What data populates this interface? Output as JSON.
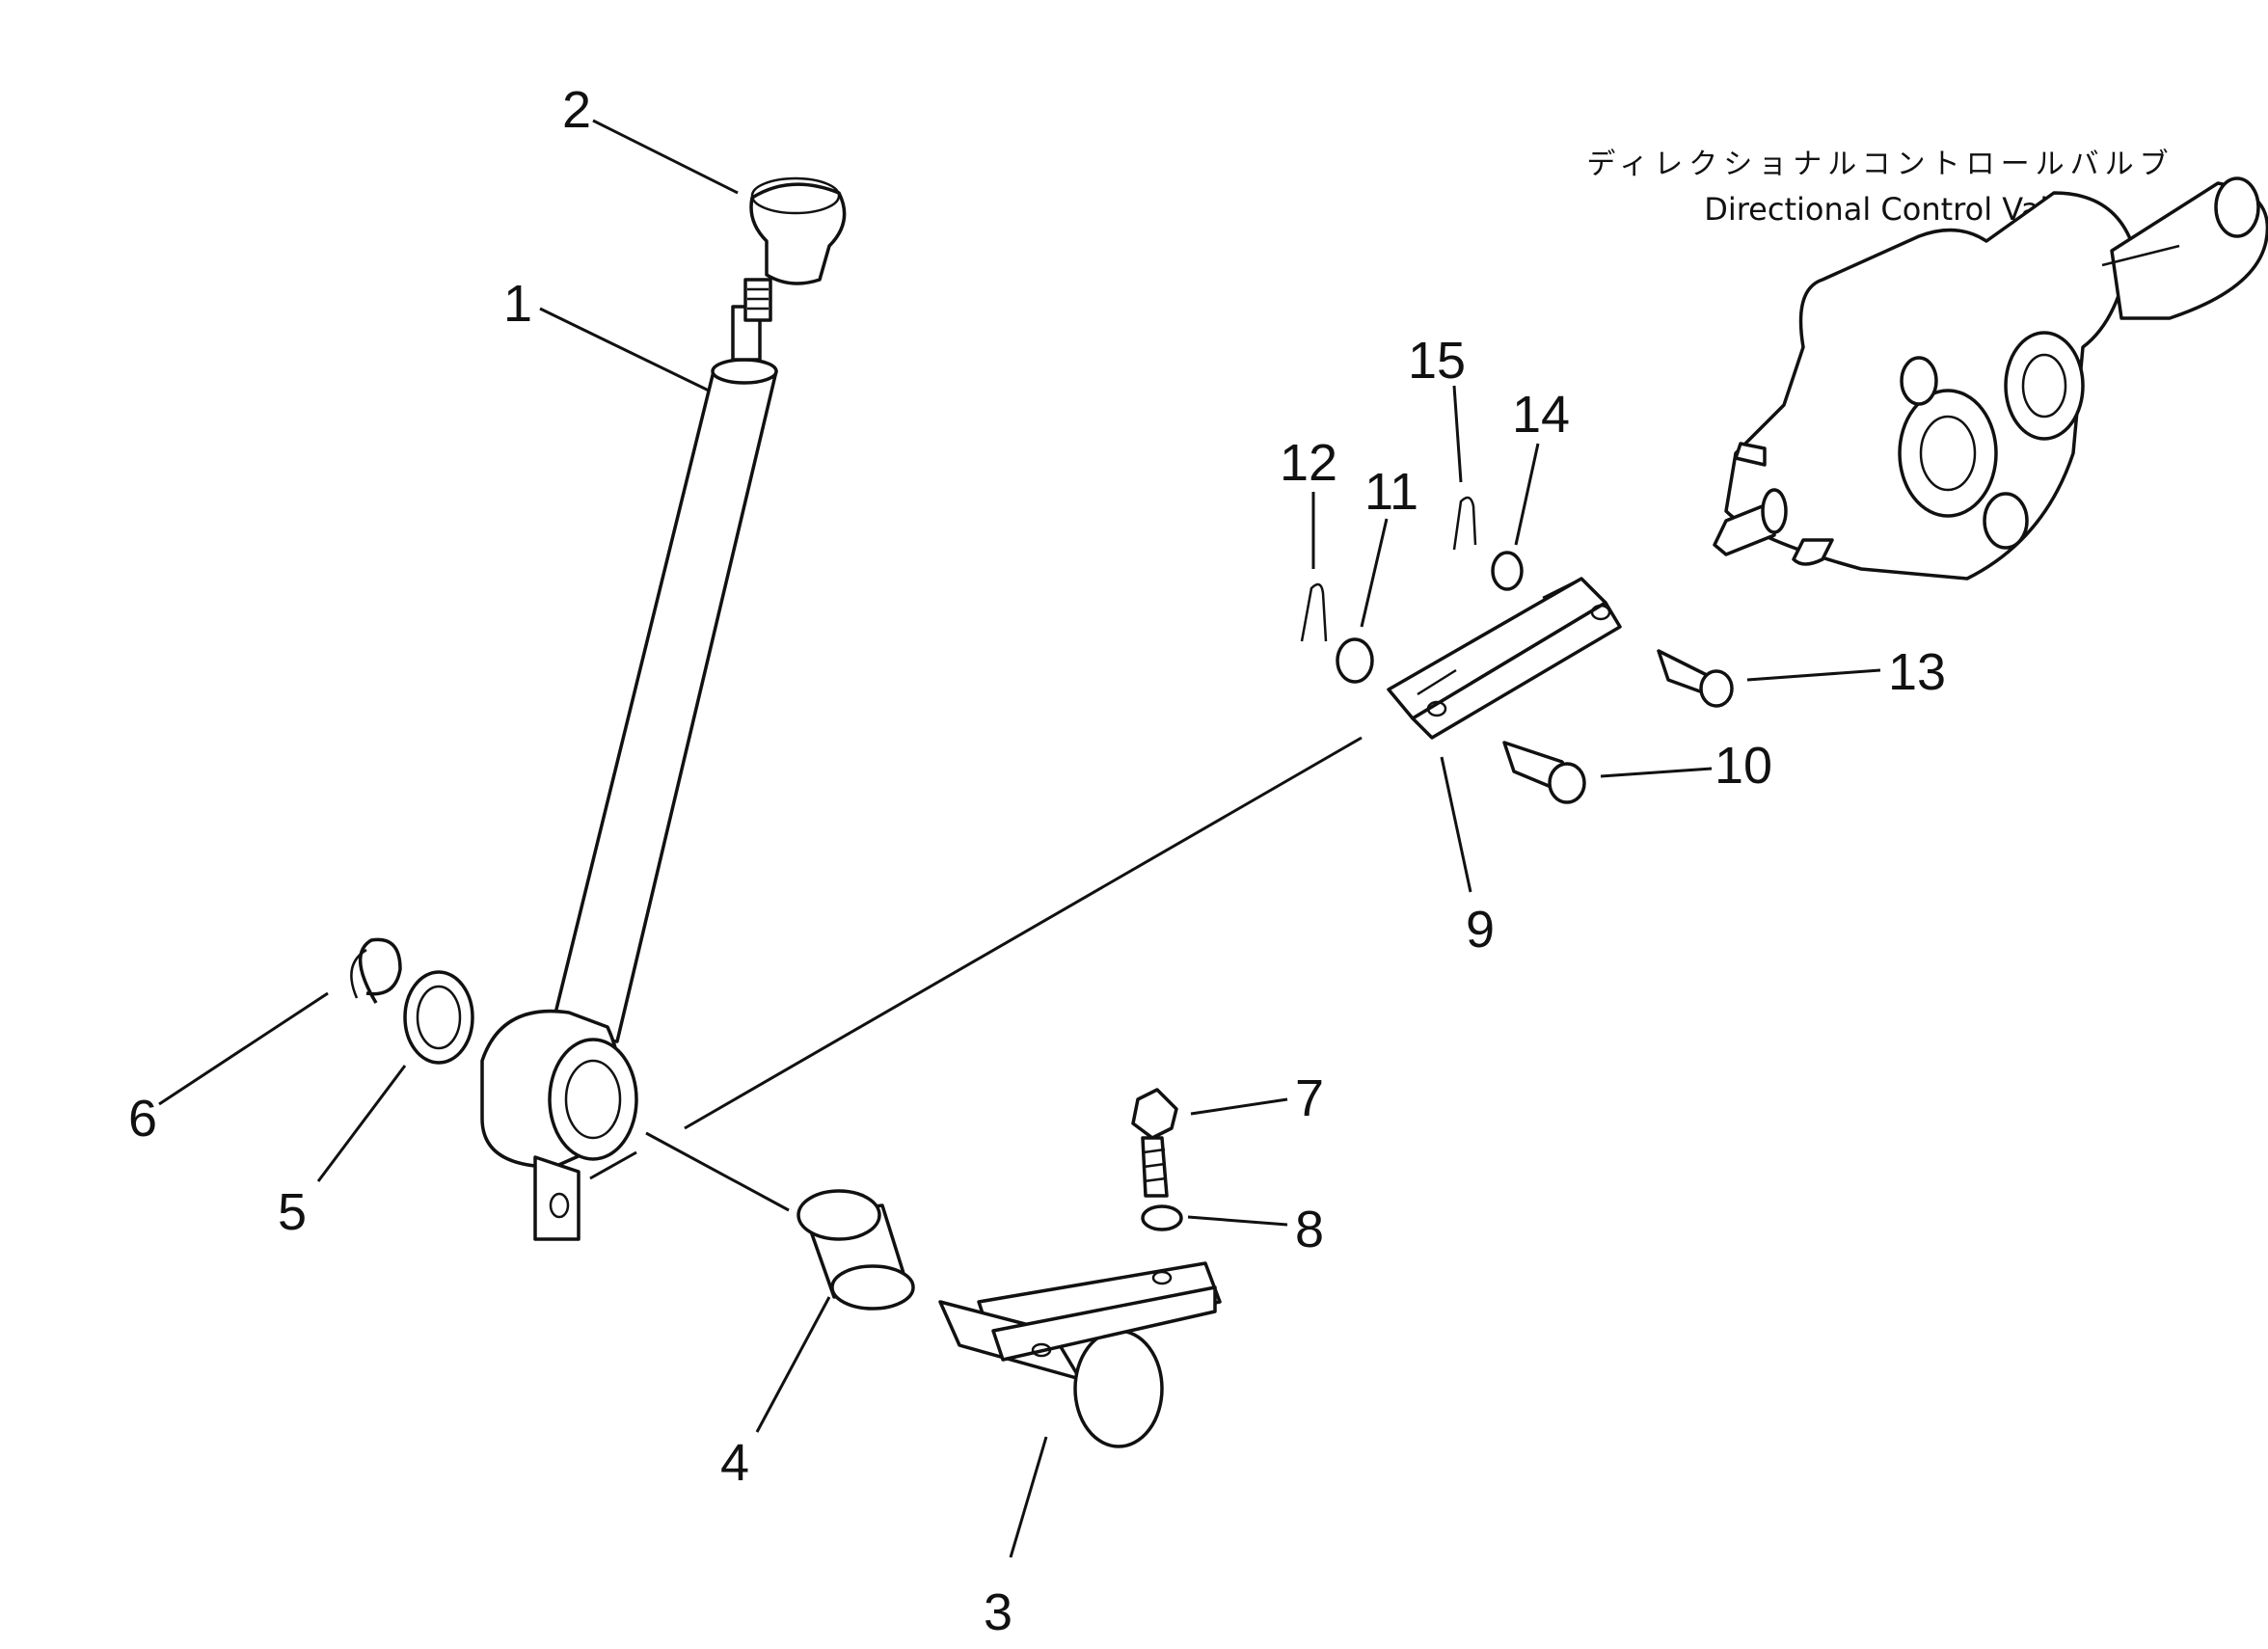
{
  "diagram": {
    "valve_caption_jp": "ディレクショナルコントロールバルブ",
    "valve_caption_en": "Directional Control Valve",
    "callouts": {
      "c1": "1",
      "c2": "2",
      "c3": "3",
      "c4": "4",
      "c5": "5",
      "c6": "6",
      "c7": "7",
      "c8": "8",
      "c9": "9",
      "c10": "10",
      "c11": "11",
      "c12": "12",
      "c13": "13",
      "c14": "14",
      "c15": "15"
    }
  }
}
